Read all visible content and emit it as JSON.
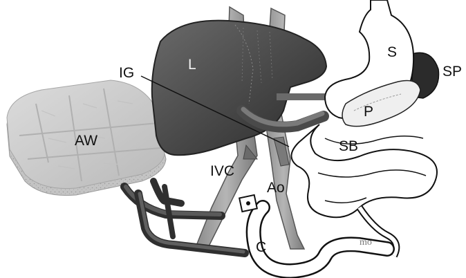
{
  "labels": {
    "liver": "L",
    "stomach": "S",
    "spleen": "SP",
    "pancreas": "P",
    "small_bowel": "SB",
    "abdominal_wall": "AW",
    "iliac_graft": "IG",
    "ivc": "IVC",
    "aorta": "Ao",
    "colon": "C"
  },
  "signature": "mo",
  "colors": {
    "liver": "#4a4a4a",
    "spleen": "#2b2b2b",
    "vessel_dark": "#3a3a3a",
    "vessel_mid": "#6e6e6e",
    "wall": "#cfcfcf",
    "bowel_fill": "#ffffff"
  }
}
